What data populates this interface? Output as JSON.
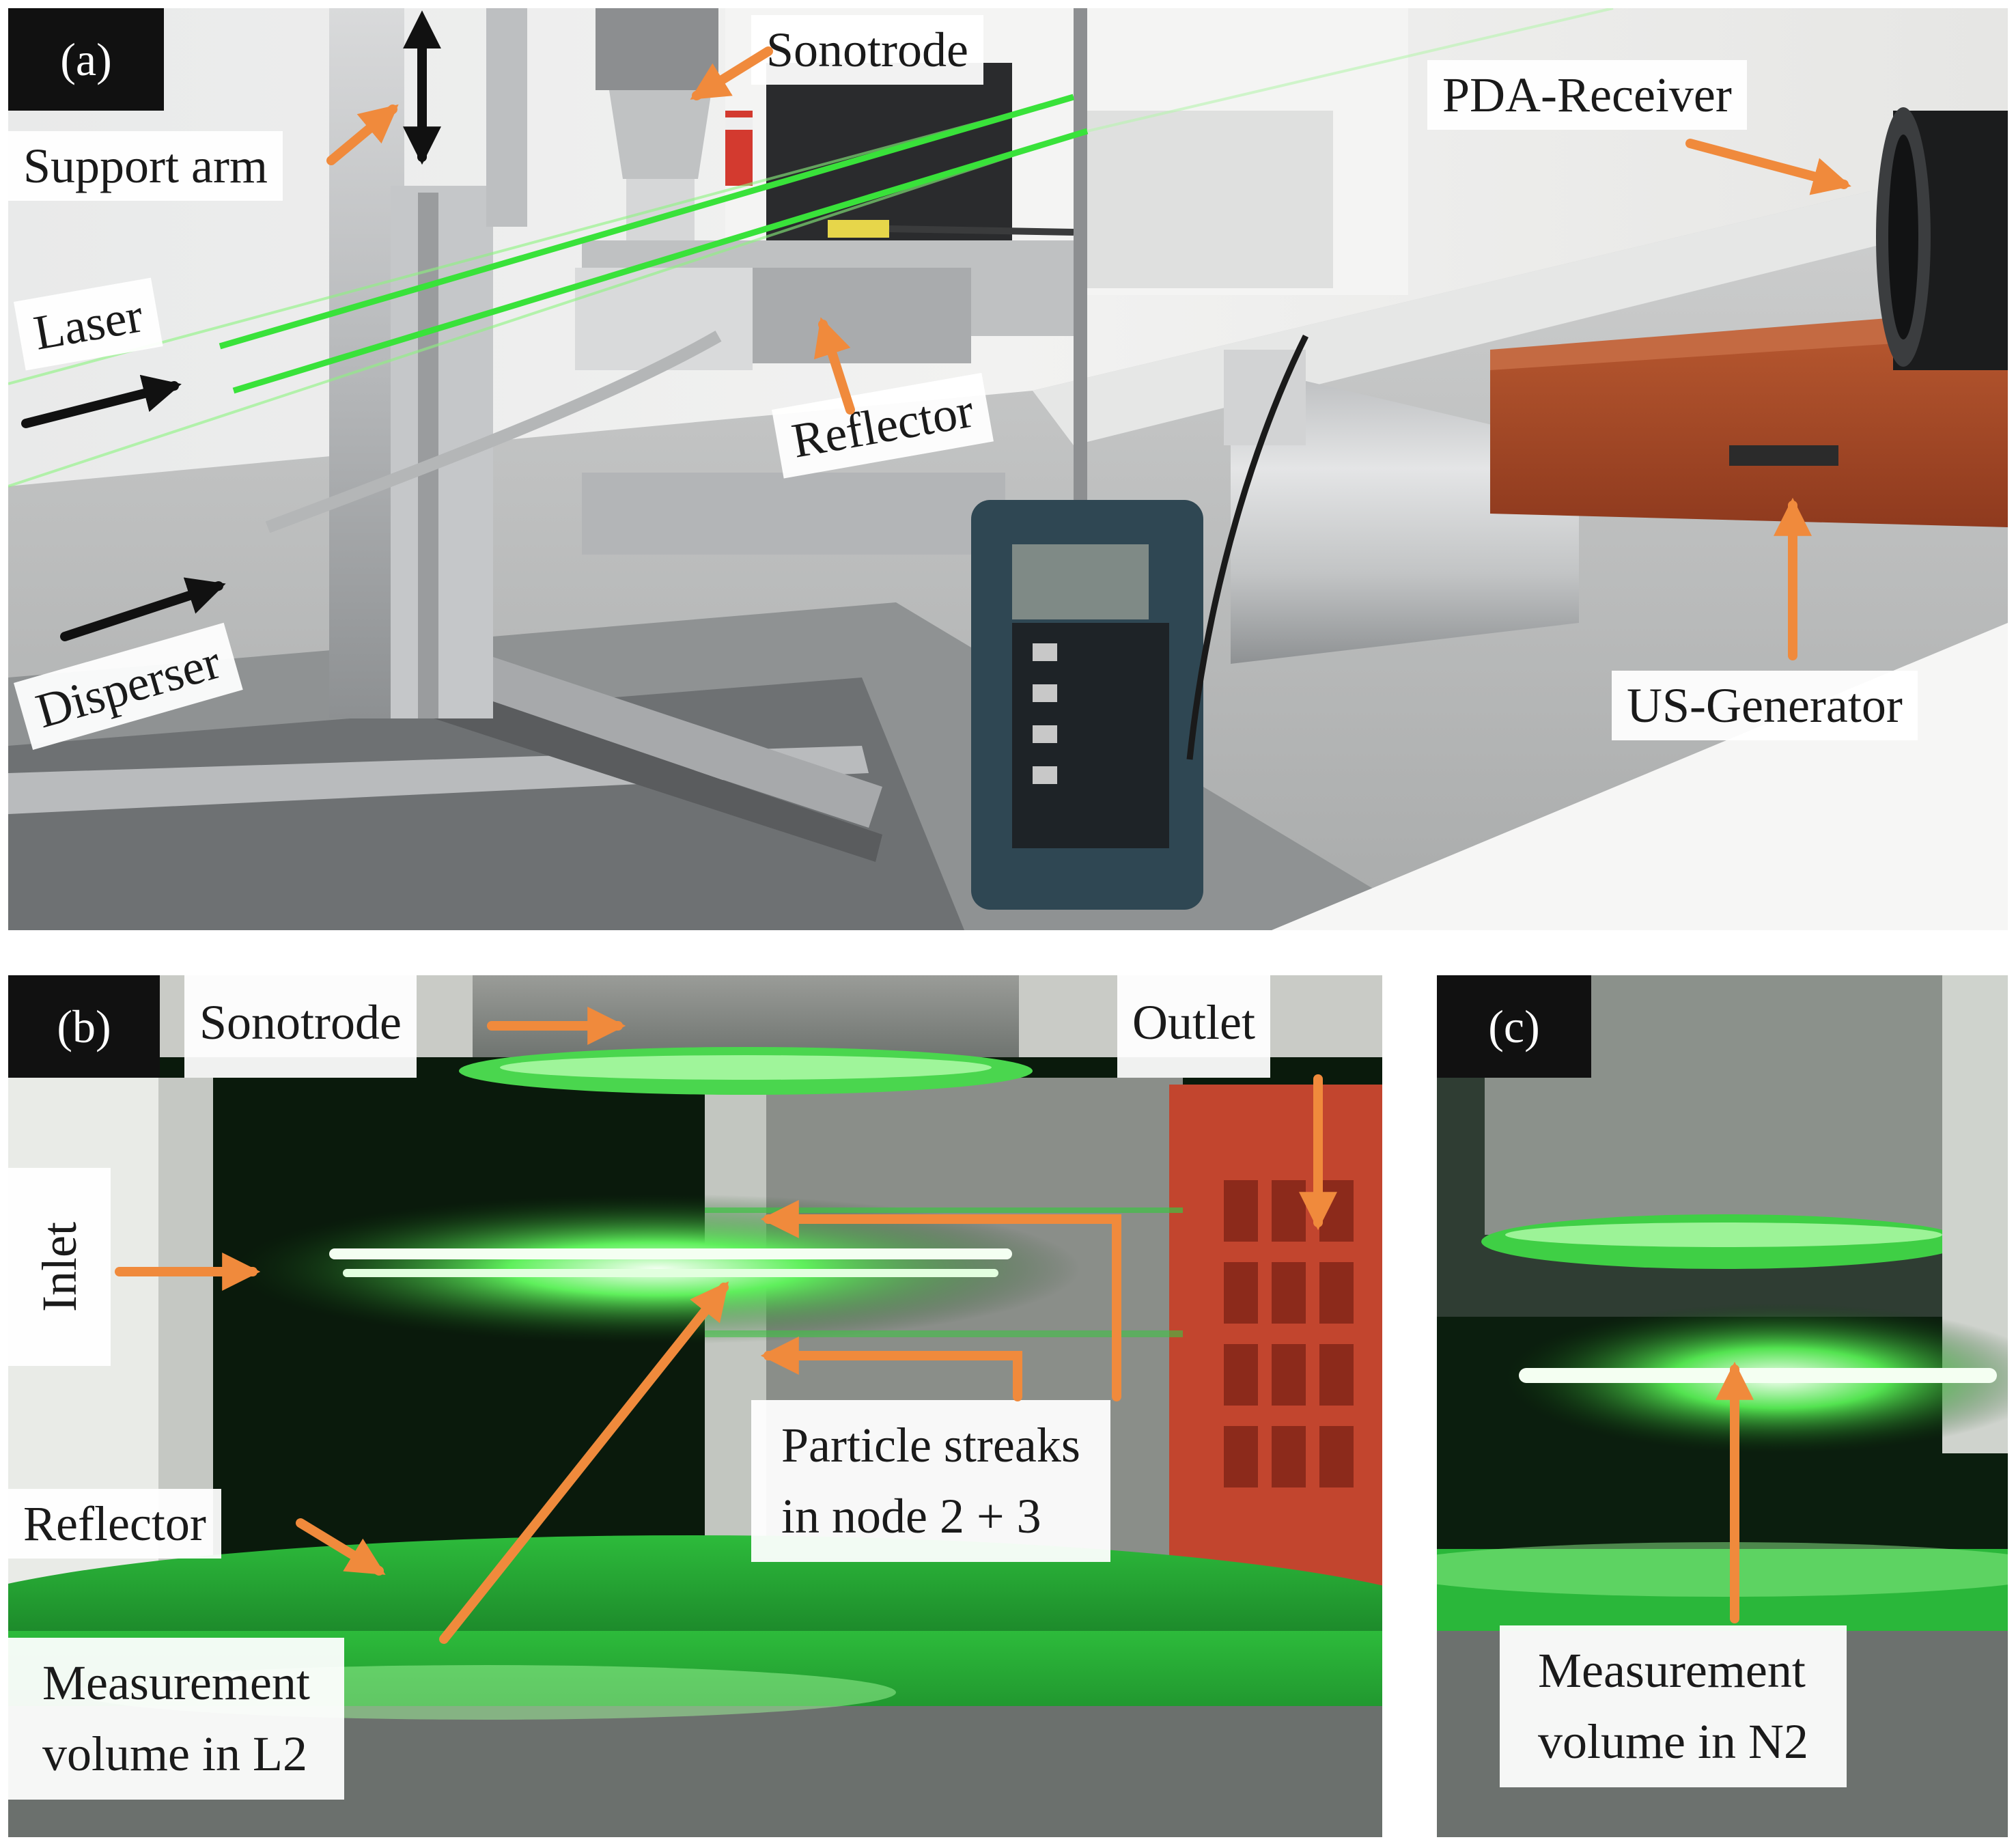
{
  "figure": {
    "panels": [
      {
        "id": "a",
        "letter": "(a)",
        "labels": {
          "sonotrode": "Sonotrode",
          "pda_receiver": "PDA-Receiver",
          "support_arm": "Support arm",
          "laser": "Laser",
          "reflector": "Reflector",
          "disperser": "Disperser",
          "us_generator": "US-Generator"
        }
      },
      {
        "id": "b",
        "letter": "(b)",
        "labels": {
          "sonotrode": "Sonotrode",
          "outlet": "Outlet",
          "inlet": "Inlet",
          "particle_streaks_line1": "Particle streaks",
          "particle_streaks_line2": "in node 2 + 3",
          "reflector": "Reflector",
          "measurement_l2_line1": "Measurement",
          "measurement_l2_line2": "volume in L2"
        }
      },
      {
        "id": "c",
        "letter": "(c)",
        "labels": {
          "measurement_n2_line1": "Measurement",
          "measurement_n2_line2": "volume in N2"
        }
      }
    ],
    "colors": {
      "arrow_orange": "#f08a3c",
      "arrow_black": "#111111",
      "laser_green": "#39e23a",
      "label_background": "#ffffff"
    },
    "icons": [
      "orange-arrow",
      "black-arrow",
      "double-headed-arrow"
    ]
  }
}
